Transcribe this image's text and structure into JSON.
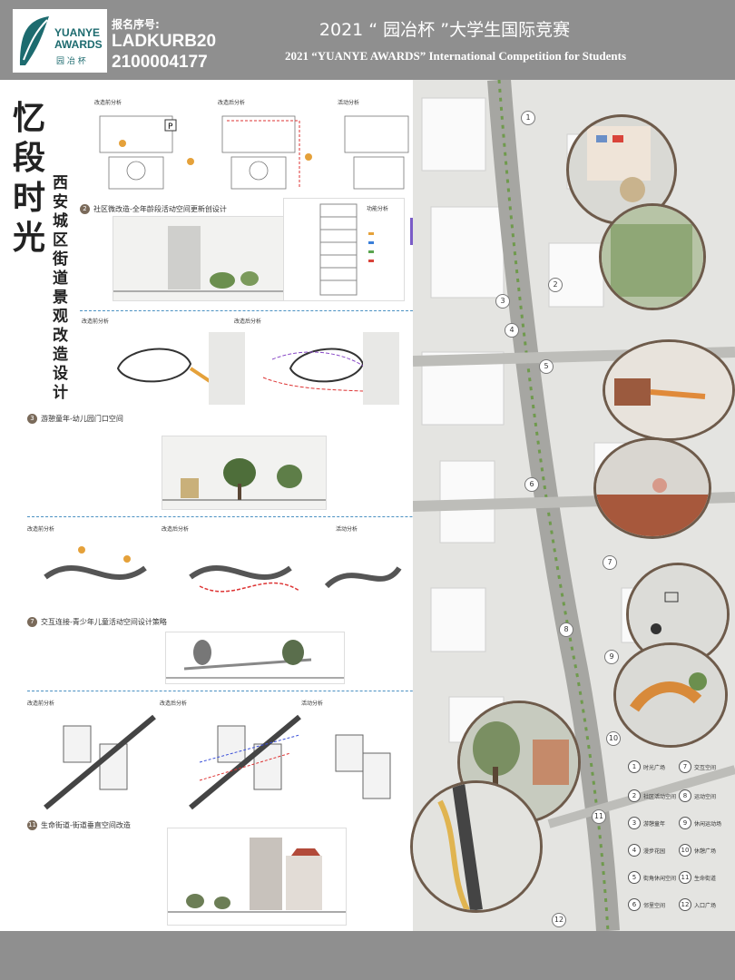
{
  "header": {
    "logo_text_line1": "YUANYE",
    "logo_text_line2": "AWARDS",
    "logo_cn": "园 冶 杯",
    "reg_label": "报名序号:",
    "reg_code": "LADKURB20",
    "reg_number": "2100004177",
    "title_cn": "2021 “ 园冶杯 ”大学生国际竞赛",
    "title_en": "2021 “YUANYE AWARDS” International Competition for  Students"
  },
  "poster": {
    "main_title": "忆段时光",
    "sub_title": "西安城区街道景观改造设计"
  },
  "sections": [
    {
      "num": "2",
      "title": "社区微改造-全年龄段活动空间更新创设计"
    },
    {
      "num": "3",
      "title": "游憩童年-幼儿园门口空间"
    },
    {
      "num": "7",
      "title": "交互连接-青少年儿童活动空间设计策略"
    },
    {
      "num": "11",
      "title": "生命街道-街道垂直空间改造"
    }
  ],
  "diagram_labels": {
    "before": "改造前分析",
    "after": "改造后分析",
    "function": "功能分析",
    "flow": "活动分析",
    "parking": "P"
  },
  "legend": [
    {
      "num": "1",
      "label": "时光广场"
    },
    {
      "num": "7",
      "label": "交互空间"
    },
    {
      "num": "2",
      "label": "社区活动空间"
    },
    {
      "num": "8",
      "label": "运动空间"
    },
    {
      "num": "3",
      "label": "游憩童年"
    },
    {
      "num": "9",
      "label": "休闲运动场"
    },
    {
      "num": "4",
      "label": "漫步花园"
    },
    {
      "num": "10",
      "label": "休憩广场"
    },
    {
      "num": "5",
      "label": "街角休闲空间"
    },
    {
      "num": "11",
      "label": "生命街道"
    },
    {
      "num": "6",
      "label": "邻里空间"
    },
    {
      "num": "12",
      "label": "入口广场"
    }
  ],
  "map_numbers": [
    "1",
    "2",
    "3",
    "4",
    "5",
    "6",
    "7",
    "8",
    "9",
    "10",
    "11",
    "12"
  ],
  "colors": {
    "header_gray": "#8f8f8f",
    "logo_teal": "#1d6b6f",
    "circle_border": "#6e5b4b",
    "dash_blue": "#4a90c2"
  }
}
